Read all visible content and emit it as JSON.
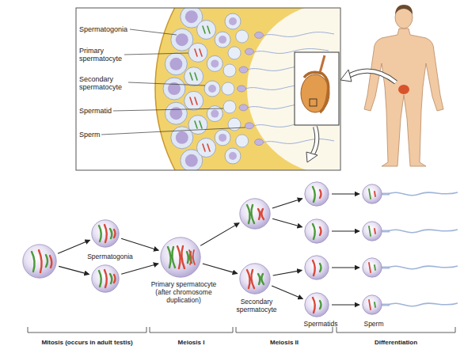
{
  "diagram": {
    "nodes": [
      {
        "text": []
      },
      {
        "text": [
          "Spermatogonia"
        ]
      },
      {
        "text": []
      },
      {
        "text": [
          "Primary spermatocyte (after chromosome duplication)"
        ]
      },
      {
        "text": []
      },
      {
        "text": [
          "Secondary spermatocyte"
        ]
      },
      {
        "text": []
      },
      {
        "text": []
      },
      {
        "text": []
      },
      {
        "text": [
          "Spermatids"
        ]
      },
      {
        "text": []
      },
      {
        "text": []
      },
      {
        "text": []
      },
      {
        "text": [
          "Sperm"
        ]
      }
    ],
    "edges": [
      {
        "from": 0,
        "to": 1,
        "arrow": "to"
      },
      {
        "from": 0,
        "to": 2,
        "arrow": "to"
      },
      {
        "from": 1,
        "to": 3,
        "arrow": "to"
      },
      {
        "from": 2,
        "to": 3,
        "arrow": "to"
      },
      {
        "from": 3,
        "to": 4,
        "arrow": "to"
      },
      {
        "from": 3,
        "to": 5,
        "arrow": "to"
      },
      {
        "from": 4,
        "to": 6,
        "arrow": "to"
      },
      {
        "from": 4,
        "to": 7,
        "arrow": "to"
      },
      {
        "from": 5,
        "to": 8,
        "arrow": "to"
      },
      {
        "from": 5,
        "to": 9,
        "arrow": "to"
      },
      {
        "from": 6,
        "to": 10,
        "arrow": "to"
      },
      {
        "from": 7,
        "to": 11,
        "arrow": "to"
      },
      {
        "from": 8,
        "to": 12,
        "arrow": "to"
      },
      {
        "from": 9,
        "to": 13,
        "arrow": "to"
      }
    ],
    "labels": [
      "Spermatogonia",
      "Primary spermatocyte",
      "Secondary spermatocyte",
      "Spermatid",
      "Sperm",
      "Mitosis (occurs in adult testis)",
      "Meiosis I",
      "Meiosis II",
      "Differentiation"
    ]
  }
}
